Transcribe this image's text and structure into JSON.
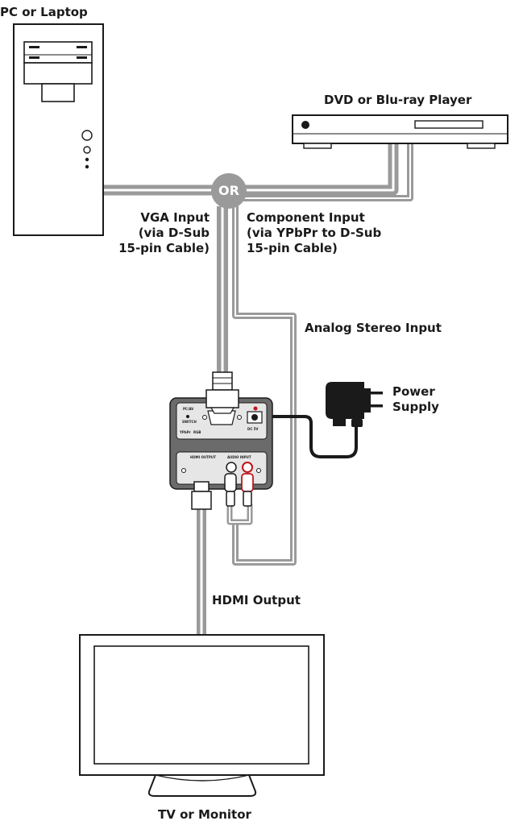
{
  "labels": {
    "pc": "PC or Laptop",
    "dvd": "DVD or Blu-ray Player",
    "or": "OR",
    "vga": [
      "VGA Input",
      "(via D-Sub",
      "15-pin Cable)"
    ],
    "component": [
      "Component Input",
      "(via YPbPr to D-Sub",
      "15-pin Cable)"
    ],
    "analog": "Analog Stereo Input",
    "power": [
      "Power",
      "Supply"
    ],
    "hdmi": "HDMI Output",
    "tv": "TV or Monitor"
  },
  "device": {
    "top_labels": [
      "PC/AV",
      "SWITCH",
      "YPbPr",
      "RGB"
    ],
    "dc_label": "DC 5V",
    "hdmi_port_label": "HDMI OUTPUT",
    "audio_port_label": "AUDIO INPUT"
  },
  "colors": {
    "cable": "#9a9a9a",
    "cable_core": "#ffffff",
    "device_dark": "#6b6b6b",
    "panel": "#e6e6e6",
    "outline": "#1a1a1a",
    "or_badge": "#9a9a9a",
    "audio_red": "#c0141c"
  }
}
